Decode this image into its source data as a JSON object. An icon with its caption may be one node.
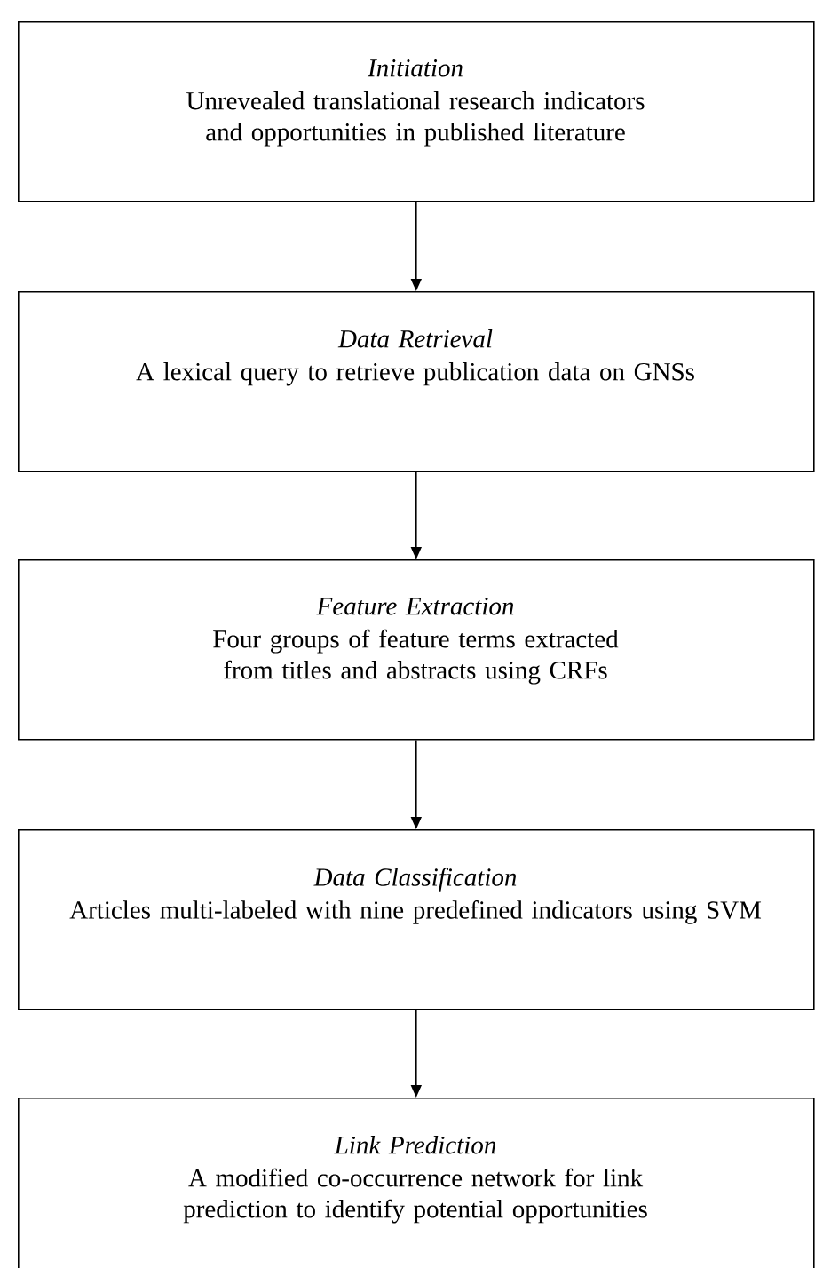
{
  "diagram": {
    "nodes": [
      {
        "text": [
          "Initiation",
          "Unrevealed translational research indicators and opportunities in published literature"
        ]
      },
      {
        "text": [
          "Data Retrieval",
          "A lexical query to retrieve publication data on GNSs"
        ]
      },
      {
        "text": [
          "Feature Extraction",
          "Four groups of feature terms extracted from titles and abstracts using CRFs"
        ]
      },
      {
        "text": [
          "Data Classification",
          "Articles multi-labeled with nine predefined indicators using SVM"
        ]
      },
      {
        "text": [
          "Link Prediction",
          "A modified co-occurrence network for link prediction to identify potential opportunities"
        ]
      }
    ],
    "edges": [
      {
        "from": 0,
        "to": 1,
        "arrow": "to"
      },
      {
        "from": 1,
        "to": 2,
        "arrow": "to"
      },
      {
        "from": 2,
        "to": 3,
        "arrow": "to"
      },
      {
        "from": 3,
        "to": 4,
        "arrow": "to"
      }
    ]
  }
}
